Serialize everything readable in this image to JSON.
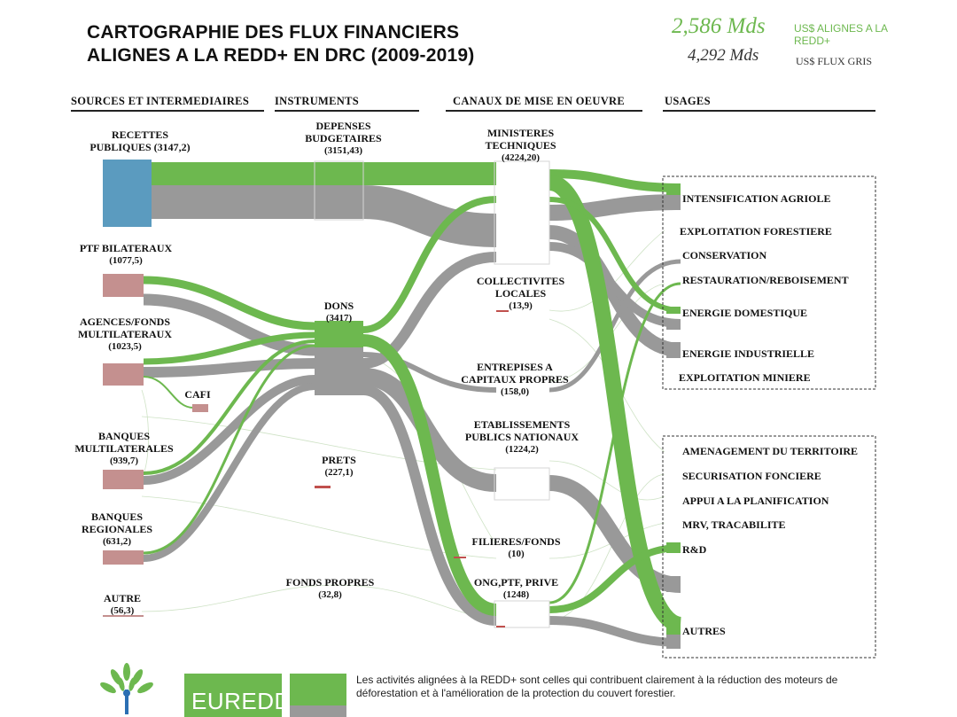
{
  "header": {
    "title_line1": "CARTOGRAPHIE DES FLUX FINANCIERS",
    "title_line2": "ALIGNES A LA REDD+ EN DRC (2009-2019)",
    "kpi_aligned_value": "2,586 Mds",
    "kpi_aligned_unit": "US$ ALIGNES A LA REDD+",
    "kpi_grey_value": "4,292 Mds",
    "kpi_grey_unit": "US$ FLUX GRIS"
  },
  "columns": {
    "sources": "SOURCES ET INTERMEDIAIRES",
    "instruments": "INSTRUMENTS",
    "channels": "CANAUX DE MISE EN OEUVRE",
    "uses": "USAGES"
  },
  "sources": [
    {
      "name": "RECETTES PUBLIQUES",
      "value": "(3147,2)"
    },
    {
      "name": "PTF BILATERAUX",
      "value": "(1077,5)"
    },
    {
      "name": "AGENCES/FONDS MULTILATERAUX",
      "value": "(1023,5)"
    },
    {
      "name": "CAFI",
      "value": ""
    },
    {
      "name": "BANQUES MULTILATERALES",
      "value": "(939,7)"
    },
    {
      "name": "BANQUES REGIONALES",
      "value": "(631,2)"
    },
    {
      "name": "AUTRE",
      "value": "(56,3)"
    }
  ],
  "instruments": [
    {
      "name": "DEPENSES BUDGETAIRES",
      "value": "(3151,43)"
    },
    {
      "name": "DONS",
      "value": "(3417)"
    },
    {
      "name": "PRETS",
      "value": "(227,1)"
    },
    {
      "name": "FONDS PROPRES",
      "value": "(32,8)"
    }
  ],
  "channels": [
    {
      "name": "MINISTERES TECHNIQUES",
      "value": "(4224,20)"
    },
    {
      "name": "COLLECTIVITES LOCALES",
      "value": "(13,9)"
    },
    {
      "name": "ENTREPISES A CAPITAUX PROPRES",
      "value": "(158,0)"
    },
    {
      "name": "ETABLISSEMENTS PUBLICS NATIONAUX",
      "value": "(1224,2)"
    },
    {
      "name": "FILIERES/FONDS",
      "value": "(10)"
    },
    {
      "name": "ONG,PTF, PRIVE",
      "value": "(1248)"
    }
  ],
  "uses": [
    "INTENSIFICATION AGRIOLE",
    "EXPLOITATION FORESTIERE",
    "CONSERVATION",
    "RESTAURATION/REBOISEMENT",
    "ENERGIE DOMESTIQUE",
    "ENERGIE INDUSTRIELLE",
    "EXPLOITATION MINIERE",
    "AMENAGEMENT DU TERRITOIRE",
    "SECURISATION FONCIERE",
    "APPUI A LA PLANIFICATION",
    "MRV, TRACABILITE",
    "R&D",
    "AUTRES"
  ],
  "colors": {
    "aligned": "#6db84f",
    "grey": "#999999",
    "public_source": "#5b9bbf",
    "other_source": "#c4908f"
  },
  "footer": {
    "logo": "EUREDD",
    "note": "Les activités alignées à la REDD+ sont celles qui contribuent clairement à la réduction des moteurs de déforestation et à l'amélioration de la protection du couvert forestier."
  }
}
